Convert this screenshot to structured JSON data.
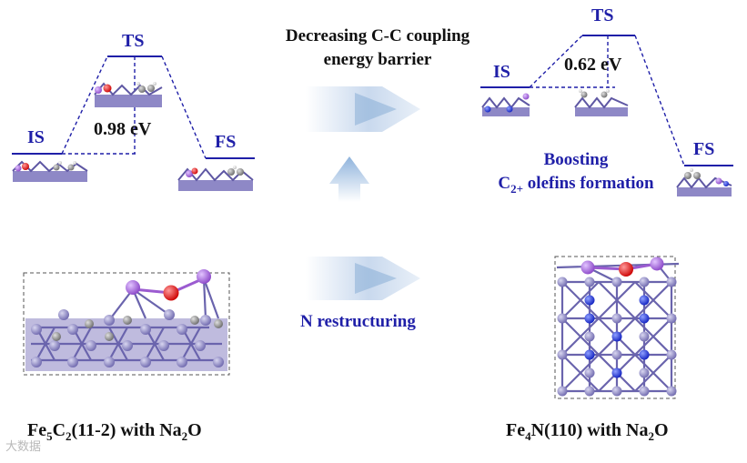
{
  "left_profile": {
    "is_label": "IS",
    "ts_label": "TS",
    "fs_label": "FS",
    "barrier": "0.98 eV"
  },
  "right_profile": {
    "is_label": "IS",
    "ts_label": "TS",
    "fs_label": "FS",
    "barrier": "0.62 eV"
  },
  "center": {
    "headline_line1": "Decreasing C-C coupling",
    "headline_line2": "energy barrier",
    "boost_line1": "Boosting",
    "boost_line2_prefix": "C",
    "boost_line2_sub": "2+",
    "boost_line2_suffix": " olefins formation",
    "restructuring": "N restructuring"
  },
  "captions": {
    "left": {
      "p1": "Fe",
      "s1": "5",
      "p2": "C",
      "s2": "2",
      "p3": "(11-2) with Na",
      "s3": "2",
      "p4": "O"
    },
    "right": {
      "p1": "Fe",
      "s1": "4",
      "p2": "N(110) with Na",
      "s2": "2",
      "p3": "O"
    }
  },
  "colors": {
    "profile_blue": "#1f1fa8",
    "fe_atom": "#7b76b8",
    "carbon_atom": "#808080",
    "nitrogen_atom": "#1a2bd6",
    "oxygen_atom": "#e01010",
    "sodium_atom": "#9b5bd0",
    "arrow_light": "#dbe6f3",
    "arrow_dark": "#7aa3d0"
  },
  "watermark": "大数据"
}
